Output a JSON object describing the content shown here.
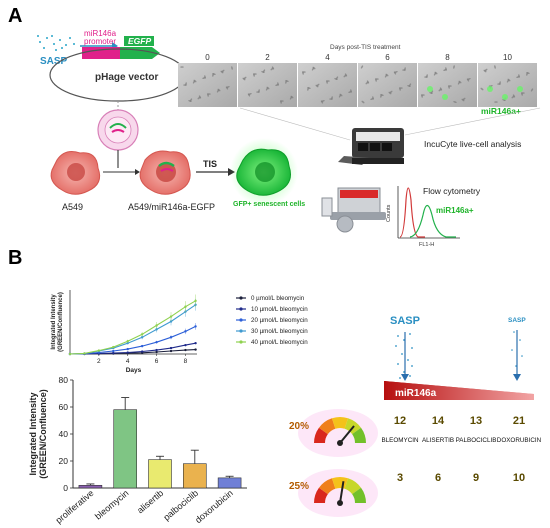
{
  "panel_a": {
    "letter": "A",
    "sasp": "SASP",
    "promoter": "miR146a\npromoter",
    "egfp": "EGFP",
    "vector": "pHage vector",
    "days_header": "Days post-TIS treatment",
    "days": [
      "0",
      "2",
      "4",
      "6",
      "8",
      "10"
    ],
    "mir_positive_tag": "miR146a+",
    "incucyte": "IncuCyte live-cell analysis",
    "cell_a549": "A549",
    "cell_reporter": "A549/miR146a-EGFP",
    "tis": "TIS",
    "senescent": "GFP+ senescent cells",
    "flow": "Flow cytometry",
    "flow_counts": "Counts",
    "flow_xlabel": "FL1-H",
    "flow_mir": "miR146a+"
  },
  "panel_b": {
    "letter": "B",
    "sasp_left": "SASP",
    "sasp_right": "SASP",
    "gradient_label": "miR146a",
    "gauges": [
      {
        "percent": "20%",
        "level": 0.72
      },
      {
        "percent": "25%",
        "level": 0.55
      }
    ],
    "drugs": [
      "BLEOMYCIN",
      "ALISERTIB",
      "PALBOCICLIB",
      "DOXORUBICIN"
    ],
    "row1_values": [
      "12",
      "14",
      "13",
      "21"
    ],
    "row2_values": [
      "3",
      "6",
      "9",
      "10"
    ]
  },
  "chart_data": [
    {
      "type": "line",
      "xlabel": "Days",
      "ylabel": "Integrated Intensity\n(GREEN/Confluence)",
      "xticks": [
        "2",
        "4",
        "6",
        "8"
      ],
      "xlim": [
        0,
        8.8
      ],
      "ylim": [
        0,
        65
      ],
      "grid": false,
      "legend_position": "right",
      "x": [
        0,
        1,
        2,
        3,
        4,
        5,
        6,
        7,
        8,
        8.7
      ],
      "series": [
        {
          "name": "0 µmol/L bleomycin",
          "color": "#1b1f3b",
          "values": [
            0,
            0,
            0.3,
            0.5,
            0.8,
            1.2,
            2,
            3,
            4,
            4.5
          ]
        },
        {
          "name": "10 µmol/L bleomycin",
          "color": "#1f2a8a",
          "values": [
            0,
            0.2,
            0.6,
            1,
            1.5,
            2.5,
            4,
            6,
            9,
            11
          ]
        },
        {
          "name": "20 µmol/L bleomycin",
          "color": "#2c5fd8",
          "values": [
            0,
            0.3,
            1.5,
            3,
            5,
            8,
            12,
            17,
            23,
            28
          ]
        },
        {
          "name": "30 µmol/L bleomycin",
          "color": "#3f9ad0",
          "values": [
            0,
            0.5,
            3,
            6,
            11,
            17,
            25,
            33,
            43,
            50
          ]
        },
        {
          "name": "40 µmol/L bleomycin",
          "color": "#8fd14f",
          "values": [
            0,
            0.6,
            3.5,
            7,
            13,
            20,
            29,
            38,
            48,
            54
          ]
        }
      ]
    },
    {
      "type": "bar",
      "xlabel": "",
      "ylabel": "Integrated Intensity\n(GREEN/Confluence)",
      "categories": [
        "proliferative",
        "bleomycin",
        "alisertib",
        "palbociclib",
        "doxorubicin"
      ],
      "values": [
        2,
        58,
        21,
        18,
        7.5
      ],
      "errors": [
        1,
        9,
        2.5,
        10,
        1.2
      ],
      "colors": [
        "#8a5fb0",
        "#7fc584",
        "#e9ea6f",
        "#eab24e",
        "#6f7fd6"
      ],
      "ylim": [
        0,
        80
      ],
      "yticks": [
        "0",
        "20",
        "40",
        "60",
        "80"
      ]
    }
  ]
}
